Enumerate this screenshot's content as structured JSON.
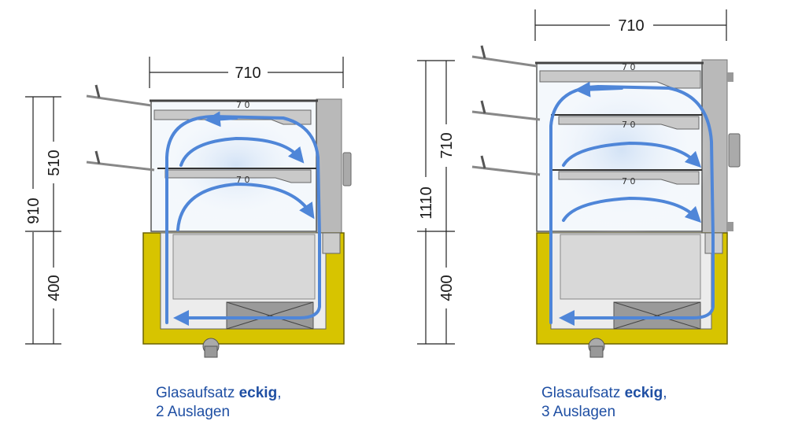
{
  "colors": {
    "flow": "#4f86d8",
    "base_yellow": "#d7c400",
    "caption": "#1f4fa3",
    "cabinet": "#c8c8c8"
  },
  "left": {
    "width_dim": "710",
    "total_height_dim": "910",
    "upper_height_dim": "510",
    "lower_height_dim": "400",
    "shelf_labels": [
      "7 0",
      "7 0"
    ],
    "caption_prefix": "Glasaufsatz ",
    "caption_bold": "eckig",
    "caption_suffix": ",",
    "caption_line2": "2 Auslagen"
  },
  "right": {
    "width_dim": "710",
    "total_height_dim": "1110",
    "upper_height_dim": "710",
    "lower_height_dim": "400",
    "shelf_labels": [
      "7 0",
      "7 0",
      "7 0"
    ],
    "caption_prefix": "Glasaufsatz ",
    "caption_bold": "eckig",
    "caption_suffix": ",",
    "caption_line2": "3 Auslagen"
  }
}
